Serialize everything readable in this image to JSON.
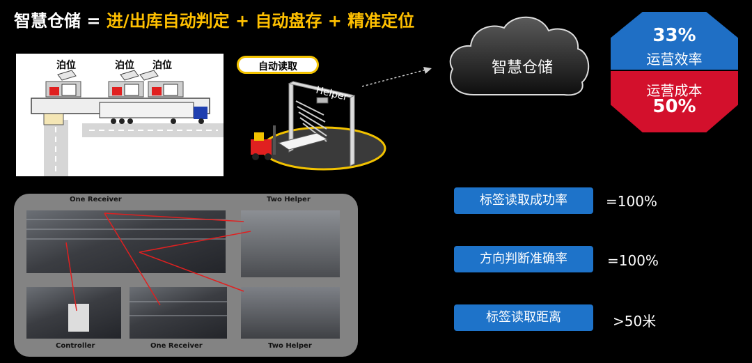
{
  "title": {
    "part1": "智慧仓储 = ",
    "part2": "进/出库自动判定 + 自动盘存 + 精准定位"
  },
  "diagram": {
    "berth_labels": [
      "泊位",
      "泊位",
      "泊位"
    ],
    "auto_read_label": "自动读取",
    "helper_label": "Helper"
  },
  "cloud": {
    "label": "智慧仓储"
  },
  "badge": {
    "efficiency_value": "33%",
    "efficiency_label": "运营效率",
    "cost_label": "运营成本",
    "cost_value": "50%",
    "top_color": "#1f6fc5",
    "bottom_color": "#d3102c"
  },
  "photos": {
    "label_one_receiver_top": "One Receiver",
    "label_two_helper_top": "Two Helper",
    "label_controller": "Controller",
    "label_one_receiver_bottom": "One Receiver",
    "label_two_helper_bottom": "Two Helper"
  },
  "metrics": [
    {
      "label": "标签读取成功率",
      "value": "=100%"
    },
    {
      "label": "方向判断准确率",
      "value": "=100%"
    },
    {
      "label": "标签读取距离",
      "value": ">50米"
    }
  ],
  "colors": {
    "accent_yellow": "#ffc000",
    "metric_blue": "#1e73c9"
  }
}
